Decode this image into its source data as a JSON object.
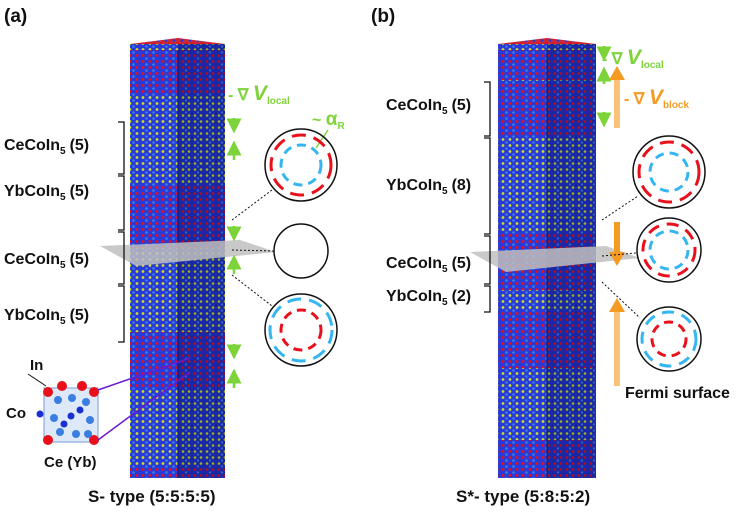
{
  "panel_a": {
    "letter": "(a)",
    "layers": [
      {
        "formula": "CeCoIn",
        "sub": "5",
        "count": "(5)"
      },
      {
        "formula": "YbCoIn",
        "sub": "5",
        "count": "(5)"
      },
      {
        "formula": "CeCoIn",
        "sub": "5",
        "count": "(5)"
      },
      {
        "formula": "YbCoIn",
        "sub": "5",
        "count": "(5)"
      }
    ],
    "gradient_prefix": "- ∇ ",
    "gradient_v": "V",
    "gradient_sub": "local",
    "alpha_prefix": "~ ",
    "alpha": "α",
    "alpha_sub": "R",
    "atom_in": "In",
    "atom_co": "Co",
    "atom_ce": "Ce (Yb)",
    "caption": "S- type (5:5:5:5)"
  },
  "panel_b": {
    "letter": "(b)",
    "layers": [
      {
        "formula": "CeCoIn",
        "sub": "5",
        "count": "(5)"
      },
      {
        "formula": "YbCoIn",
        "sub": "5",
        "count": "(8)"
      },
      {
        "formula": "CeCoIn",
        "sub": "5",
        "count": "(5)"
      },
      {
        "formula": "YbCoIn",
        "sub": "5",
        "count": "(2)"
      }
    ],
    "gradient_prefix": "- ∇ ",
    "gradient_v": "V",
    "gradient_local_sub": "local",
    "gradient_block_sub": "block",
    "fermi_label": "Fermi surface",
    "caption": "S*- type (5:8:5:2)"
  },
  "colors": {
    "ce": "#e8101a",
    "yb_layer": "#c8e02a",
    "co": "#1a2fd0",
    "in": "#3a7ee0",
    "arrow_blue": "#35b6f0",
    "arrow_red": "#e8101a",
    "gradient_green": "#7dd43a",
    "gradient_orange": "#f59a23"
  }
}
